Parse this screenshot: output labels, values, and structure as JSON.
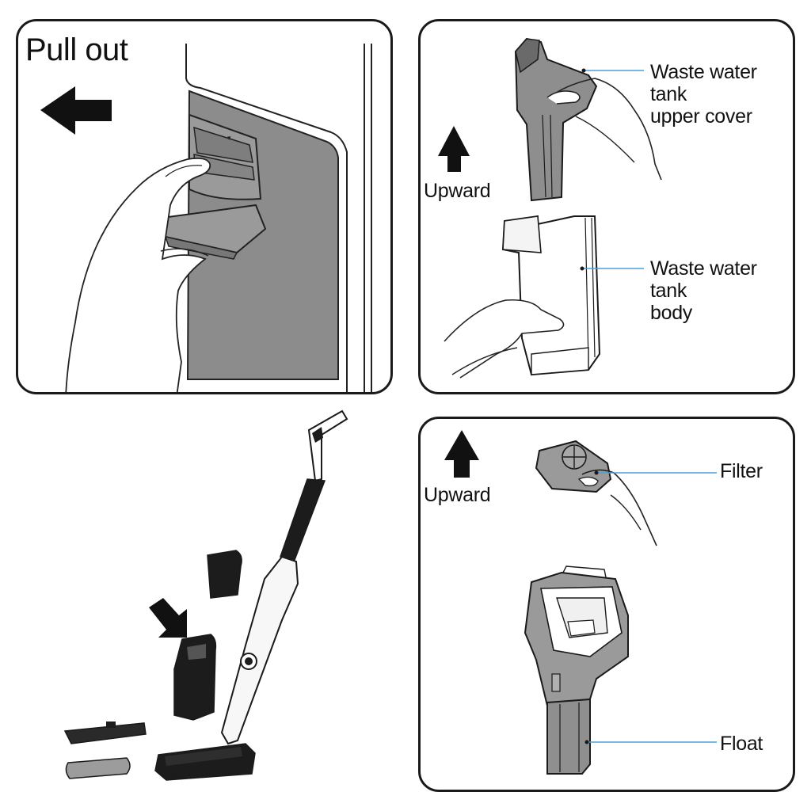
{
  "panels": {
    "pull_out": {
      "title": "Pull out"
    },
    "tank": {
      "direction_label": "Upward",
      "upper_cover_label": "Waste water tank\nupper cover",
      "body_label": "Waste water tank\nbody"
    },
    "filter": {
      "direction_label": "Upward",
      "filter_label": "Filter",
      "float_label": "Float"
    }
  },
  "colors": {
    "outline": "#1a1a1a",
    "callout": "#4a9fd8",
    "part_gray": "#8f8f8f",
    "dark_part": "#1c1c1c"
  }
}
